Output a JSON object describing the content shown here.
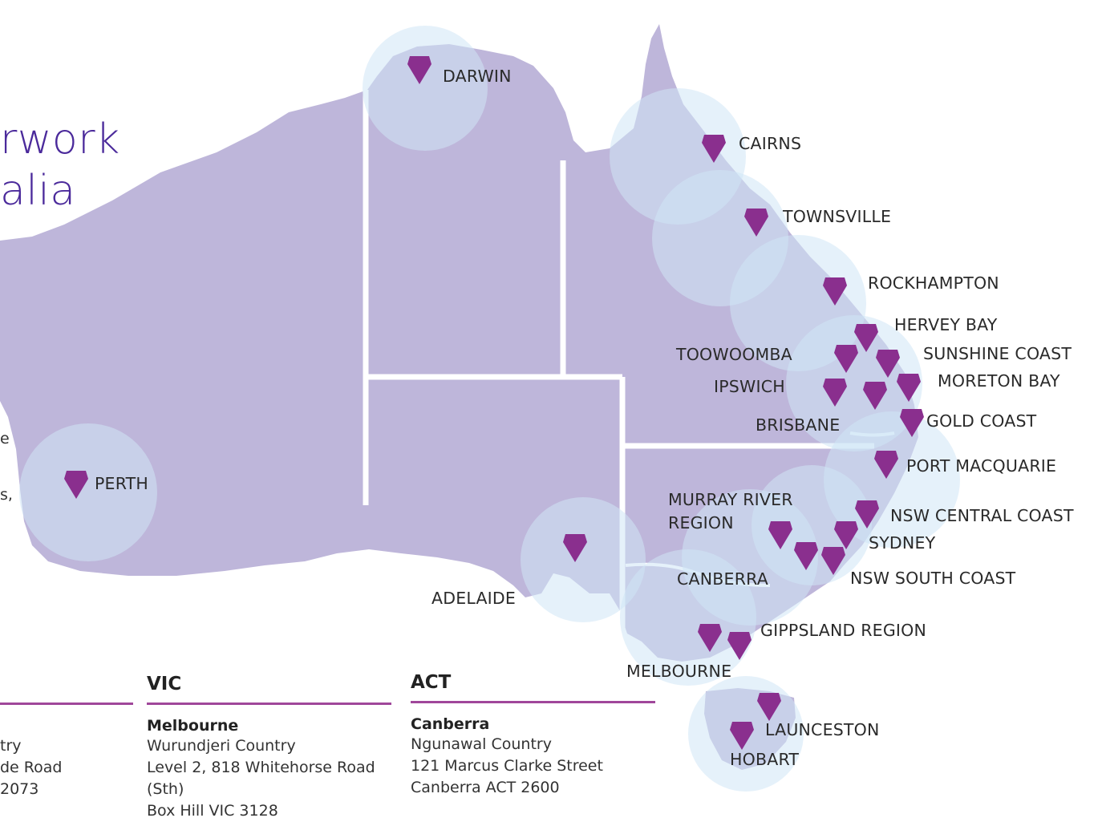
{
  "headline": {
    "line1": "rwork",
    "line2": "alia"
  },
  "side_fragments": [
    "e",
    "s,"
  ],
  "colors": {
    "land": "#beb6da",
    "coverage": "#cfe6f6",
    "pin": "#8a2f8e",
    "heading": "#4b2a9b",
    "rule": "#a0479a"
  },
  "locations": [
    {
      "name": "DARWIN",
      "icon": "map-pin-icon"
    },
    {
      "name": "CAIRNS",
      "icon": "map-pin-icon"
    },
    {
      "name": "TOWNSVILLE",
      "icon": "map-pin-icon"
    },
    {
      "name": "ROCKHAMPTON",
      "icon": "map-pin-icon"
    },
    {
      "name": "HERVEY BAY",
      "icon": "map-pin-icon"
    },
    {
      "name": "TOOWOOMBA",
      "icon": "map-pin-icon"
    },
    {
      "name": "SUNSHINE COAST",
      "icon": "map-pin-icon"
    },
    {
      "name": "IPSWICH",
      "icon": "map-pin-icon"
    },
    {
      "name": "MORETON BAY",
      "icon": "map-pin-icon"
    },
    {
      "name": "BRISBANE",
      "icon": "map-pin-icon"
    },
    {
      "name": "GOLD COAST",
      "icon": "map-pin-icon"
    },
    {
      "name": "PERTH",
      "icon": "map-pin-icon"
    },
    {
      "name": "PORT MACQUARIE",
      "icon": "map-pin-icon"
    },
    {
      "name": "MURRAY RIVER",
      "icon": "map-pin-icon"
    },
    {
      "name": "REGION",
      "icon": ""
    },
    {
      "name": "NSW CENTRAL COAST",
      "icon": "map-pin-icon"
    },
    {
      "name": "SYDNEY",
      "icon": "map-pin-icon"
    },
    {
      "name": "CANBERRA",
      "icon": "map-pin-icon"
    },
    {
      "name": "NSW SOUTH COAST",
      "icon": "map-pin-icon"
    },
    {
      "name": "ADELAIDE",
      "icon": "map-pin-icon"
    },
    {
      "name": "GIPPSLAND REGION",
      "icon": "map-pin-icon"
    },
    {
      "name": "MELBOURNE",
      "icon": "map-pin-icon"
    },
    {
      "name": "LAUNCESTON",
      "icon": "map-pin-icon"
    },
    {
      "name": "HOBART",
      "icon": "map-pin-icon"
    }
  ],
  "offices": {
    "left": {
      "lines": [
        "try",
        "de Road",
        "2073"
      ]
    },
    "vic": {
      "title": "VIC",
      "office": "Melbourne",
      "lines": [
        "Wurundjeri Country",
        "Level 2, 818 Whitehorse Road",
        "(Sth)",
        "Box Hill VIC 3128"
      ]
    },
    "act": {
      "title": "ACT",
      "office": "Canberra",
      "lines": [
        "Ngunawal Country",
        "121 Marcus Clarke Street",
        "Canberra ACT 2600"
      ]
    }
  }
}
